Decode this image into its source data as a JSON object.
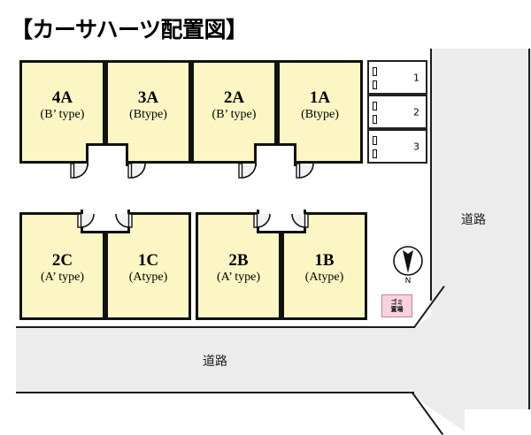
{
  "title": "【カーサハーツ配置図】",
  "colors": {
    "unit_fill": "#FBF6C3",
    "unit_stroke": "#111111",
    "road_fill": "#ECECEC",
    "trash_fill": "#F7D3E0",
    "trash_stroke": "#C87F9E",
    "background": "#FFFFFF"
  },
  "buildings": [
    {
      "name": "north-building",
      "units": [
        {
          "no": "4A",
          "type": "(B’ type)"
        },
        {
          "no": "3A",
          "type": "(Btype)"
        },
        {
          "no": "2A",
          "type": "(B’ type)"
        },
        {
          "no": "1A",
          "type": "(Btype)"
        }
      ]
    },
    {
      "name": "southwest-building",
      "units": [
        {
          "no": "2C",
          "type": "(A’ type)"
        },
        {
          "no": "1C",
          "type": "(Atype)"
        }
      ]
    },
    {
      "name": "southeast-building",
      "units": [
        {
          "no": "2B",
          "type": "(A’ type)"
        },
        {
          "no": "1B",
          "type": "(Atype)"
        }
      ]
    }
  ],
  "parking": {
    "stalls": [
      {
        "number": "1"
      },
      {
        "number": "2"
      },
      {
        "number": "3"
      }
    ]
  },
  "roads": {
    "right_label": "道路",
    "bottom_label": "道路"
  },
  "compass": {
    "label": "N",
    "icon": "north-arrow-icon"
  },
  "trash": {
    "label": "ゴミ\n置場"
  },
  "icons": {
    "door_swing": "door-swing-icon",
    "wheel_stop": "wheel-stop-icon"
  }
}
